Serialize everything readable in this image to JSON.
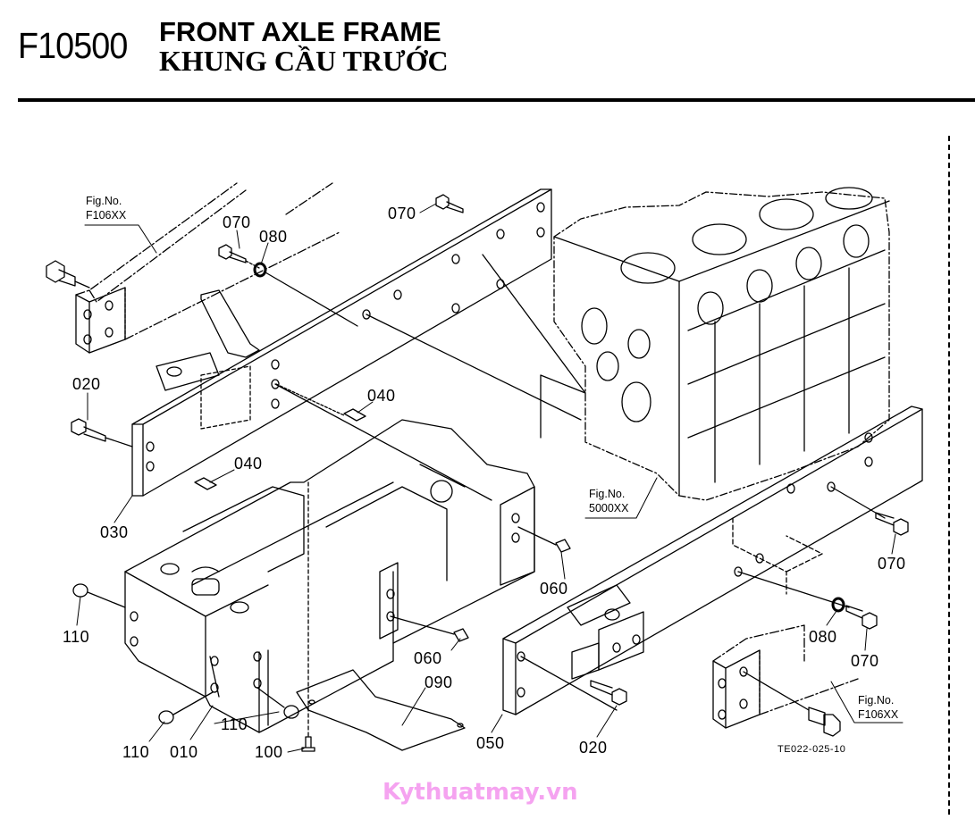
{
  "header": {
    "section_code": "F10500",
    "title_en": "FRONT AXLE FRAME",
    "title_vi": "KHUNG CẦU TRƯỚC"
  },
  "figure_refs": [
    {
      "line1": "Fig.No.",
      "line2": "F106XX"
    },
    {
      "line1": "Fig.No.",
      "line2": "5000XX"
    },
    {
      "line1": "Fig.No.",
      "line2": "F106XX"
    }
  ],
  "callouts": [
    {
      "part": "070"
    },
    {
      "part": "070"
    },
    {
      "part": "080"
    },
    {
      "part": "020"
    },
    {
      "part": "040"
    },
    {
      "part": "040"
    },
    {
      "part": "030"
    },
    {
      "part": "110"
    },
    {
      "part": "060"
    },
    {
      "part": "060"
    },
    {
      "part": "090"
    },
    {
      "part": "110"
    },
    {
      "part": "110"
    },
    {
      "part": "010"
    },
    {
      "part": "100"
    },
    {
      "part": "050"
    },
    {
      "part": "020"
    },
    {
      "part": "070"
    },
    {
      "part": "080"
    },
    {
      "part": "070"
    }
  ],
  "drawing_code": "TE022-025-10",
  "watermark": "Kythuatmay.vn",
  "colors": {
    "ink": "#000000",
    "watermark": "#f5a3f0",
    "paper": "#ffffff"
  }
}
